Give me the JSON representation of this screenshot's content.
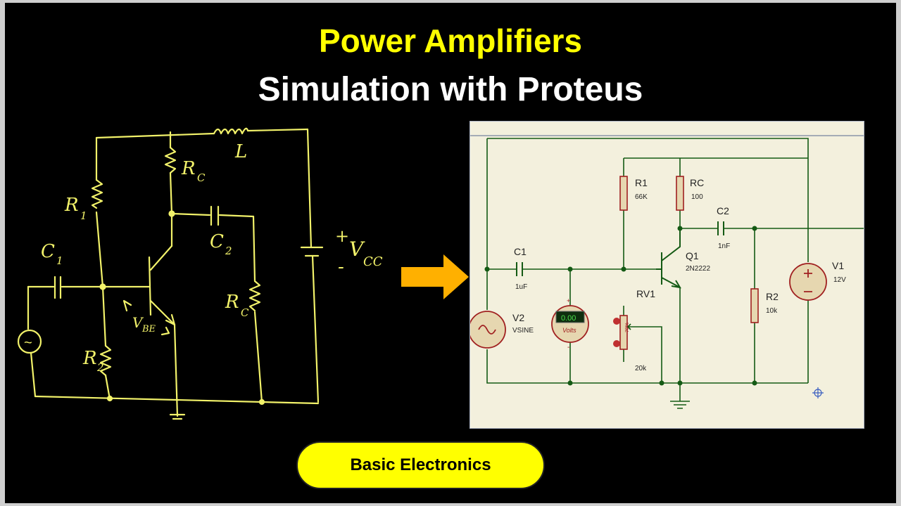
{
  "title": {
    "line1": "Power Amplifiers",
    "line2": "Simulation with Proteus"
  },
  "footer": {
    "label": "Basic Electronics"
  },
  "colors": {
    "title_accent": "#ffff00",
    "wire_yellow": "#ffff66",
    "schematic_bg": "#f3f0dd",
    "wire_green": "#145a14",
    "component_red": "#a02020"
  },
  "sketch": {
    "l": "L",
    "rc_top": "R",
    "rc_top_sub": "C",
    "r1": "R",
    "r1_sub": "1",
    "c1": "C",
    "c1_sub": "1",
    "c2": "C",
    "c2_sub": "2",
    "rc_load": "R",
    "rc_load_sub": "C",
    "r2": "R",
    "r2_sub": "2",
    "vbe": "V",
    "vbe_sub": "BE",
    "vcc": "V",
    "vcc_sub": "CC",
    "plus": "+",
    "minus": "-",
    "source": "~"
  },
  "schematic": {
    "r1_name": "R1",
    "r1_value": "66K",
    "rc_name": "RC",
    "rc_value": "100",
    "c2_name": "C2",
    "c2_value": "1nF",
    "c1_name": "C1",
    "c1_value": "1uF",
    "q1_name": "Q1",
    "q1_part": "2N2222",
    "v1_name": "V1",
    "v1_value": "12V",
    "v2_name": "V2",
    "v2_value": "VSINE",
    "rv1_name": "RV1",
    "rv1_value": "20k",
    "rv1_wiper": "70%",
    "r2_name": "R2",
    "r2_value": "10k",
    "meter_reading": "0.00",
    "meter_label": "Volts",
    "meter_plus": "+",
    "meter_minus": "-"
  }
}
